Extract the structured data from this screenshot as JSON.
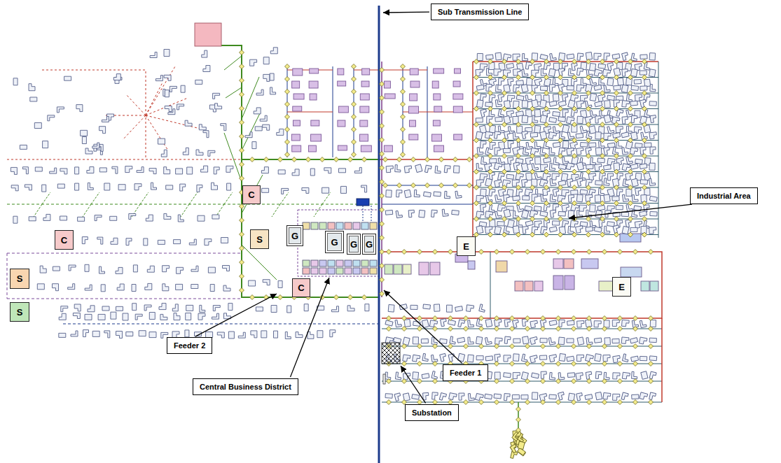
{
  "diagram": {
    "nodes": [
      {
        "text": [
          "Sub Transmission Line"
        ]
      },
      {
        "text": [
          "Industrial Area"
        ]
      },
      {
        "text": [
          "C"
        ]
      },
      {
        "text": [
          "C"
        ]
      },
      {
        "text": [
          "S"
        ]
      },
      {
        "text": [
          "G"
        ]
      },
      {
        "text": [
          "G"
        ]
      },
      {
        "text": [
          "G"
        ]
      },
      {
        "text": [
          "G"
        ]
      },
      {
        "text": [
          "E"
        ]
      },
      {
        "text": [
          "S"
        ]
      },
      {
        "text": [
          "E"
        ]
      },
      {
        "text": [
          "C"
        ]
      },
      {
        "text": [
          "S"
        ]
      },
      {
        "text": [
          "Feeder 2"
        ]
      },
      {
        "text": [
          "Feeder 1"
        ]
      },
      {
        "text": [
          "Central Business District"
        ]
      },
      {
        "text": [
          "Substation"
        ]
      }
    ]
  }
}
